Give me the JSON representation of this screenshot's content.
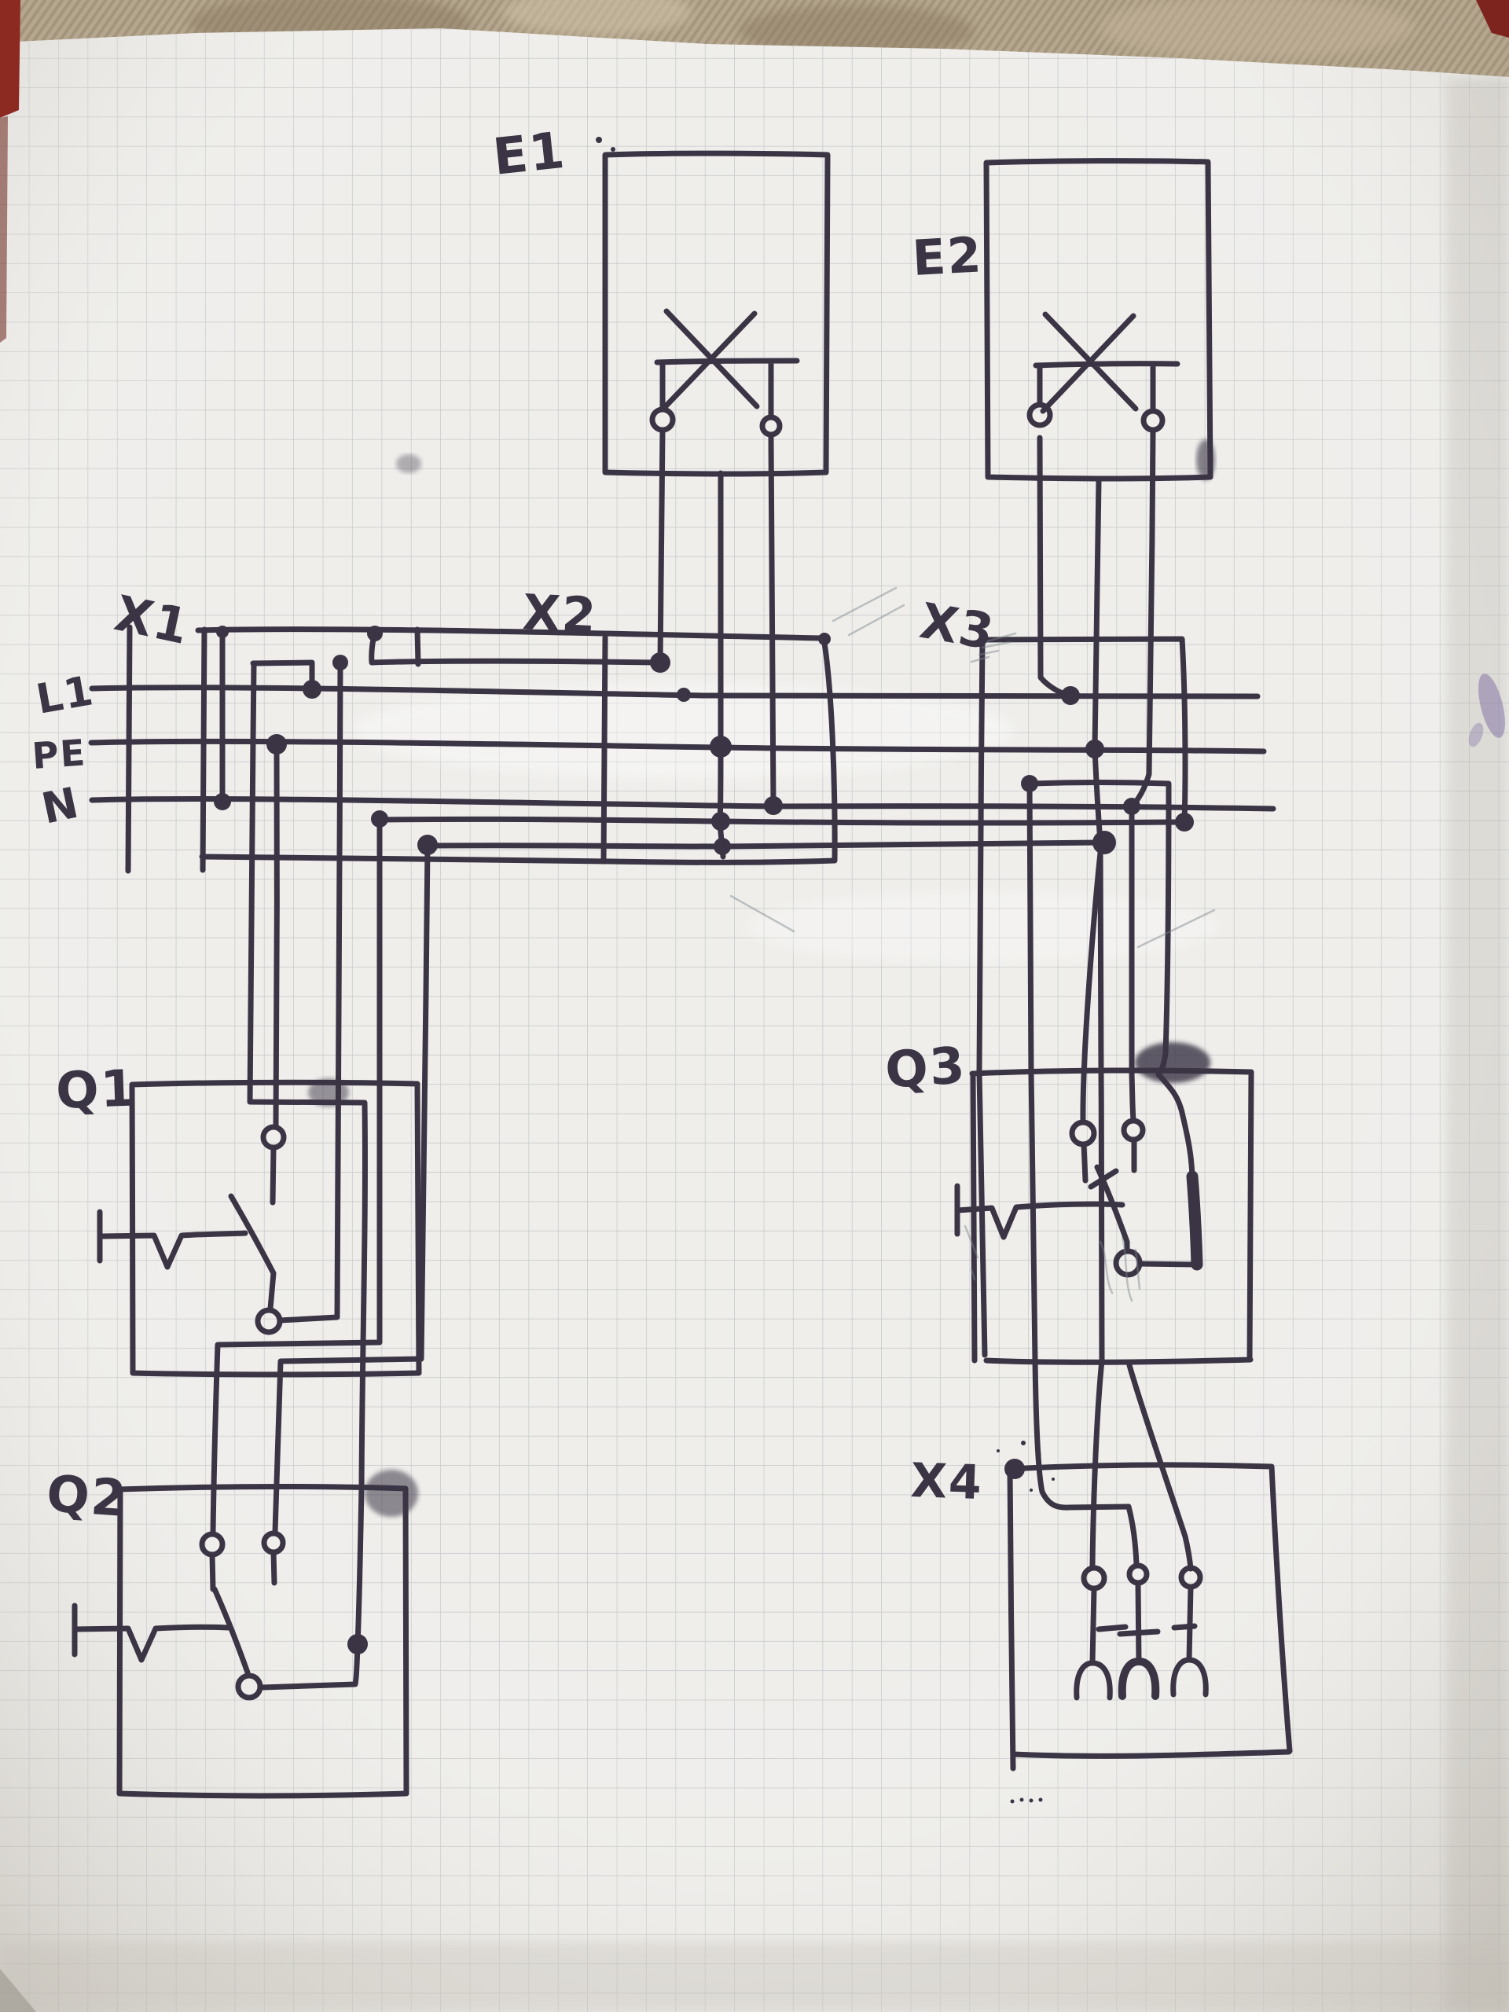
{
  "meta": {
    "description": "Hand-drawn electrical wiring schematic (staircase lighting circuit) in ink on 5 mm squared paper, photographed on a patterned tablecloth",
    "drawing_type": "electrical installation schematic"
  },
  "colors": {
    "ink": "#3a3444",
    "paper": "#efeeeb",
    "grid": "#97a0a6",
    "fabric": "#b5a78f",
    "fabric_shadow": "#8d7c63",
    "edge_red": "#8c2a22",
    "smudge_violet": "#8577a8"
  },
  "labels": {
    "e1": "E1",
    "e2": "E2",
    "x1": "X1",
    "x2": "X2",
    "x3": "X3",
    "x4": "X4",
    "q1": "Q1",
    "q2": "Q2",
    "q3": "Q3"
  },
  "bus": {
    "l1": "L1",
    "pe": "PE",
    "n": "N"
  },
  "components": [
    {
      "id": "E1",
      "type": "lamp",
      "symbol": "cross-in-box with two terminals"
    },
    {
      "id": "E2",
      "type": "lamp",
      "symbol": "cross-in-box with two terminals"
    },
    {
      "id": "X1",
      "type": "terminal-strip",
      "feeds": [
        "L1",
        "PE",
        "N"
      ]
    },
    {
      "id": "X2",
      "type": "terminal-point"
    },
    {
      "id": "X3",
      "type": "terminal-point"
    },
    {
      "id": "X4",
      "type": "socket-outlet-box",
      "poles": 3
    },
    {
      "id": "Q1",
      "type": "switch",
      "symbol": "lever switch with actuator"
    },
    {
      "id": "Q2",
      "type": "switch",
      "symbol": "lever switch with actuator"
    },
    {
      "id": "Q3",
      "type": "switch",
      "symbol": "lever switch with actuator"
    }
  ]
}
